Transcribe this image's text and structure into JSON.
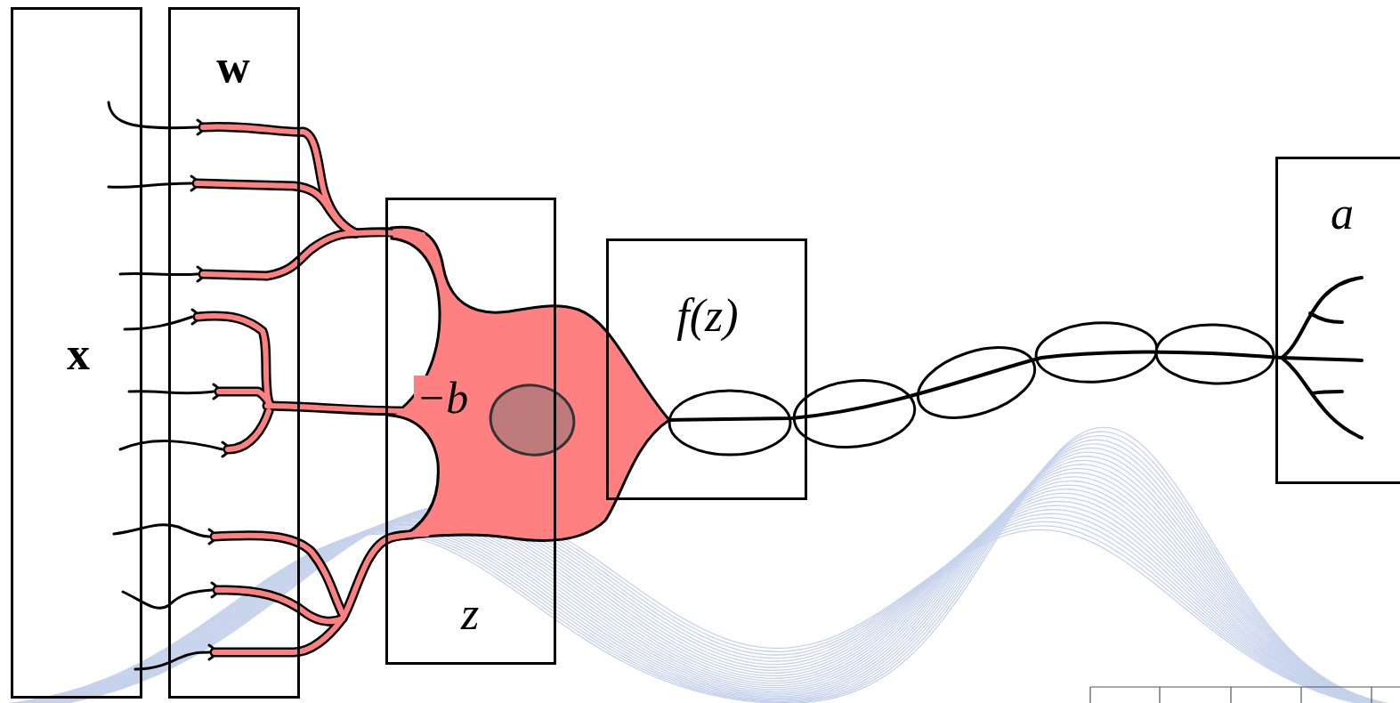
{
  "diagram": {
    "nodes": [
      {
        "text": [
          "x"
        ]
      },
      {
        "text": [
          "w"
        ]
      },
      {
        "text": [
          "−b",
          "z"
        ]
      },
      {
        "text": [
          "f(z)"
        ]
      },
      {
        "text": [
          "a"
        ]
      }
    ]
  }
}
